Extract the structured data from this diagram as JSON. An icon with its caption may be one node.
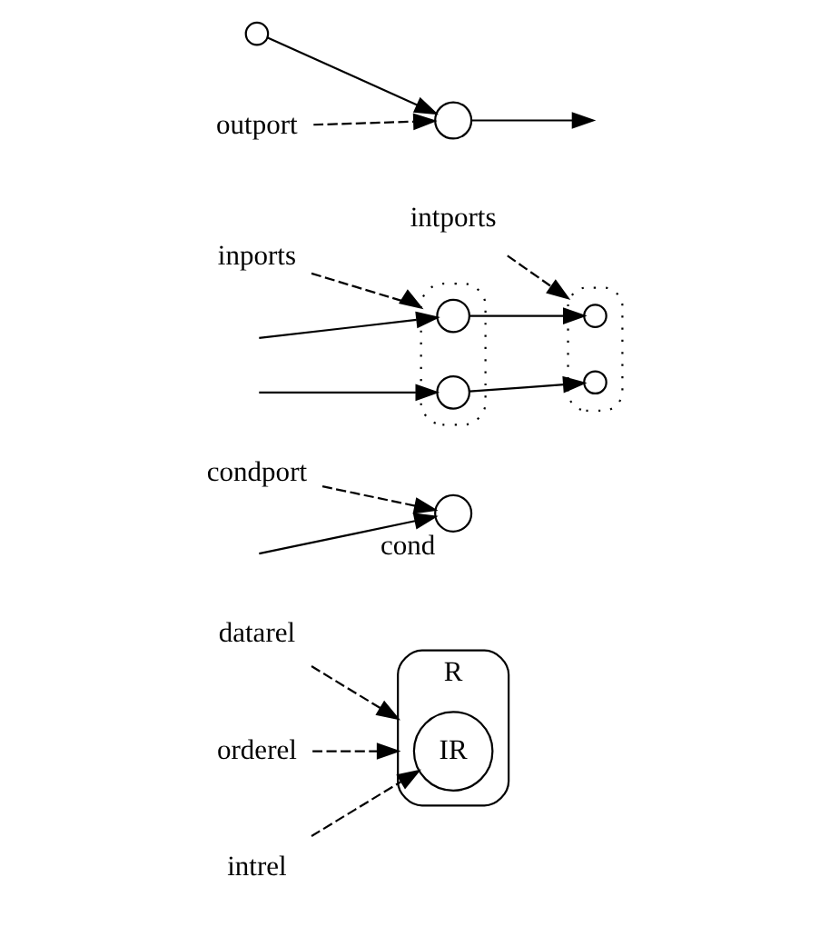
{
  "diagram": {
    "nodes": [
      {
        "text": [
          "R"
        ]
      },
      {
        "text": [
          "IR"
        ],
        "in": 0
      },
      {
        "text": [],
        "shape": "circle",
        "beside": [
          "cond"
        ]
      },
      {
        "text": [],
        "shape": "ellipse"
      },
      {
        "text": [],
        "shape": "circle",
        "in": 3
      },
      {
        "text": [],
        "shape": "circle",
        "in": 3
      },
      {
        "text": [],
        "shape": "ellipse"
      },
      {
        "text": [],
        "shape": "circle",
        "in": 6
      },
      {
        "text": [],
        "shape": "circle",
        "in": 6
      },
      {
        "text": [],
        "shape": "circle"
      },
      {
        "text": [],
        "shape": "circle"
      },
      {
        "text": [
          "condport"
        ]
      },
      {
        "text": [
          "datarel"
        ]
      },
      {
        "text": [
          "orderel"
        ]
      },
      {
        "text": [
          "inports"
        ]
      },
      {
        "text": [
          "intports"
        ]
      },
      {
        "text": [
          "intrel"
        ]
      },
      {
        "text": [
          "outport"
        ]
      }
    ],
    "edges": [
      {
        "from": null,
        "to": 2,
        "arrow": "to"
      },
      {
        "from": 11,
        "to": 2,
        "arrow": "to",
        "style": "dashed"
      },
      {
        "from": 12,
        "to": 0,
        "arrow": "to",
        "style": "dashed"
      },
      {
        "from": 13,
        "to": 0,
        "arrow": "to",
        "style": "dashed"
      },
      {
        "from": null,
        "to": 4,
        "arrow": "to"
      },
      {
        "from": null,
        "to": 5,
        "arrow": "to"
      },
      {
        "from": 4,
        "to": 7,
        "arrow": "to"
      },
      {
        "from": 5,
        "to": 8,
        "arrow": "to"
      },
      {
        "from": 9,
        "to": 10,
        "arrow": "to"
      },
      {
        "from": 10,
        "to": null,
        "arrow": "to"
      },
      {
        "from": 14,
        "to": 3,
        "arrow": "to",
        "style": "dashed"
      },
      {
        "from": 15,
        "to": 6,
        "arrow": "to",
        "style": "dashed"
      },
      {
        "from": 16,
        "to": 1,
        "arrow": "to",
        "style": "dashed"
      },
      {
        "from": 17,
        "to": 10,
        "arrow": "to",
        "style": "dashed"
      }
    ]
  }
}
